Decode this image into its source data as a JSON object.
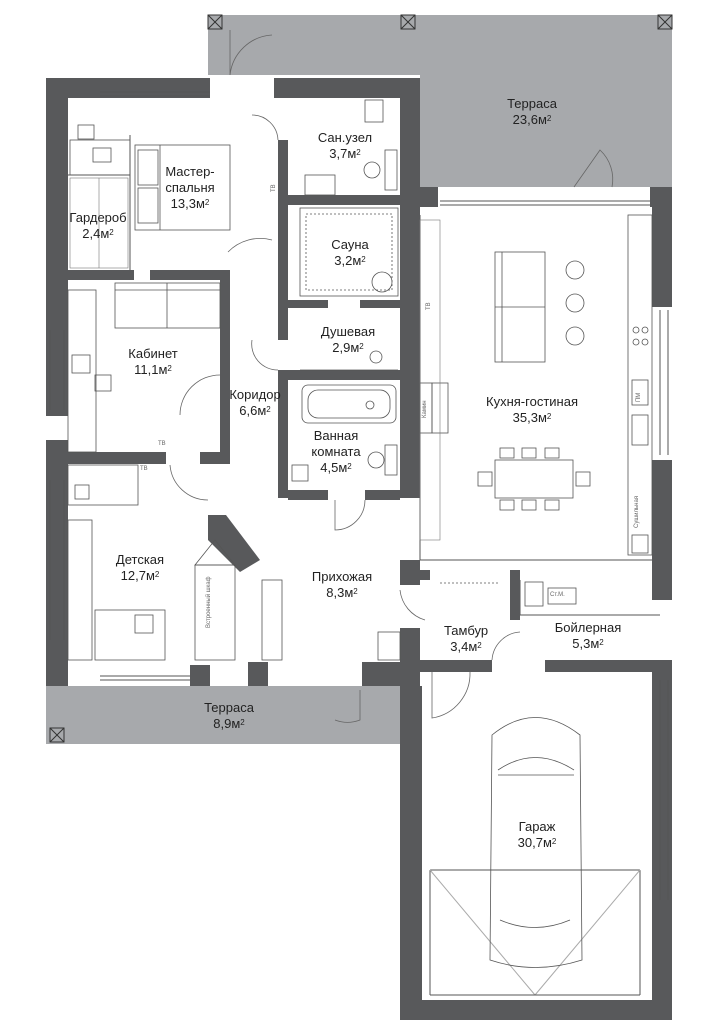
{
  "rooms": {
    "terrace_top": {
      "name": "Терраса",
      "area": "23,6м",
      "sup": "2"
    },
    "bathroom_wc": {
      "name": "Сан.узел",
      "area": "3,7м",
      "sup": "2"
    },
    "master": {
      "name1": "Мастер-",
      "name2": "спальня",
      "area": "13,3м",
      "sup": "2"
    },
    "wardrobe": {
      "name": "Гардероб",
      "area": "2,4м",
      "sup": "2"
    },
    "sauna": {
      "name": "Сауна",
      "area": "3,2м",
      "sup": "2"
    },
    "shower": {
      "name": "Душевая",
      "area": "2,9м",
      "sup": "2"
    },
    "study": {
      "name": "Кабинет",
      "area": "11,1м",
      "sup": "2"
    },
    "corridor": {
      "name": "Коридор",
      "area": "6,6м",
      "sup": "2"
    },
    "bath": {
      "name1": "Ванная",
      "name2": "комната",
      "area": "4,5м",
      "sup": "2"
    },
    "kitchen": {
      "name": "Кухня-гостиная",
      "area": "35,3м",
      "sup": "2"
    },
    "kids": {
      "name": "Детская",
      "area": "12,7м",
      "sup": "2"
    },
    "hall": {
      "name": "Прихожая",
      "area": "8,3м",
      "sup": "2"
    },
    "vestibule": {
      "name": "Тамбур",
      "area": "3,4м",
      "sup": "2"
    },
    "boiler": {
      "name": "Бойлерная",
      "area": "5,3м",
      "sup": "2"
    },
    "terrace_bottom": {
      "name": "Терраса",
      "area": "8,9м",
      "sup": "2"
    },
    "garage": {
      "name": "Гараж",
      "area": "30,7м",
      "sup": "2"
    }
  },
  "tags": {
    "tv": "ТВ",
    "fireplace": "Камин",
    "pm": "ПМ",
    "washer": "Ст.М.",
    "dryer": "Сушильная",
    "built_in": "Встроенный шкаф"
  },
  "colors": {
    "wall": "#58595b",
    "terrace": "#a7a9ac",
    "thin_line": "#555555",
    "light_line": "#999999"
  }
}
